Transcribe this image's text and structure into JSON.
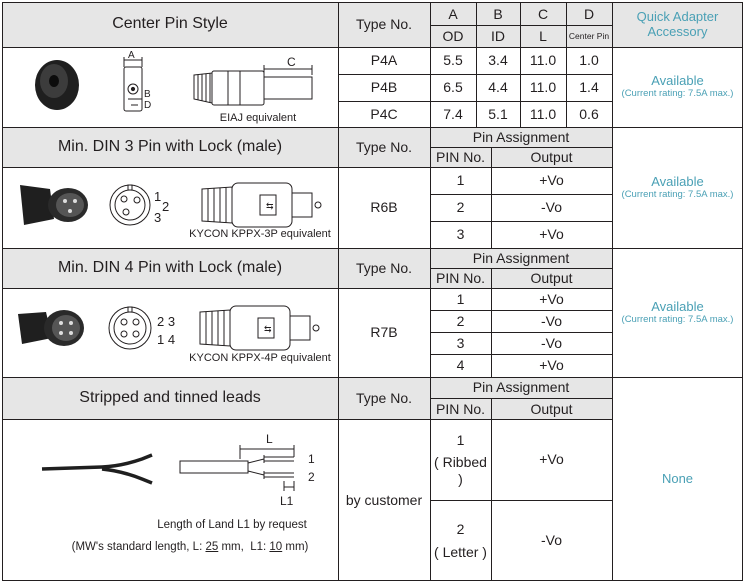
{
  "headers": {
    "col1": "Center Pin Style",
    "type_no": "Type No.",
    "dims": [
      {
        "letter": "A",
        "label": "OD"
      },
      {
        "letter": "B",
        "label": "ID"
      },
      {
        "letter": "C",
        "label": "L"
      },
      {
        "letter": "D",
        "label": "Center Pin"
      }
    ],
    "quick_adapter": [
      "Quick Adapter",
      "Accessory"
    ]
  },
  "section_p4": {
    "caption": "EIAJ equivalent",
    "drawing_labels": {
      "A": "A",
      "B": "B",
      "D": "D",
      "C": "C"
    },
    "rows": [
      {
        "type": "P4A",
        "od": "5.5",
        "id": "3.4",
        "l": "11.0",
        "pin": "1.0"
      },
      {
        "type": "P4B",
        "od": "6.5",
        "id": "4.4",
        "l": "11.0",
        "pin": "1.4"
      },
      {
        "type": "P4C",
        "od": "7.4",
        "id": "5.1",
        "l": "11.0",
        "pin": "0.6"
      }
    ],
    "availability": "Available",
    "rating": "(Current rating: 7.5A max.)"
  },
  "section_r6b": {
    "title": "Min. DIN 3 Pin with Lock  (male)",
    "type_label": "Type No.",
    "type": "R6B",
    "pin_assignment": "Pin Assignment",
    "pin_no": "PIN No.",
    "output": "Output",
    "pin_face_labels": [
      "1",
      "2",
      "3"
    ],
    "caption": "KYCON KPPX-3P equivalent",
    "pins": [
      {
        "no": "1",
        "out": "+Vo"
      },
      {
        "no": "2",
        "out": "-Vo"
      },
      {
        "no": "3",
        "out": "+Vo"
      }
    ],
    "availability": "Available",
    "rating": "(Current rating: 7.5A max.)"
  },
  "section_r7b": {
    "title": "Min. DIN 4 Pin with Lock  (male)",
    "type_label": "Type No.",
    "type": "R7B",
    "pin_assignment": "Pin Assignment",
    "pin_no": "PIN No.",
    "output": "Output",
    "pin_face_labels": [
      "2 3",
      "1 4"
    ],
    "caption": "KYCON KPPX-4P equivalent",
    "pins": [
      {
        "no": "1",
        "out": "+Vo"
      },
      {
        "no": "2",
        "out": "-Vo"
      },
      {
        "no": "3",
        "out": "-Vo"
      },
      {
        "no": "4",
        "out": "+Vo"
      }
    ],
    "availability": "Available",
    "rating": "(Current rating: 7.5A max.)"
  },
  "section_leads": {
    "title": "Stripped and tinned leads",
    "type_label": "Type No.",
    "type": "by customer",
    "pin_assignment": "Pin Assignment",
    "pin_no": "PIN No.",
    "output": "Output",
    "drawing_labels": {
      "L": "L",
      "L1": "L1",
      "p1": "1",
      "p2": "2"
    },
    "note1": "Length of Land L1 by request",
    "note2_prefix": "(MW's standard length, L: ",
    "note2_L": "25",
    "note2_mid": " mm,  L1: ",
    "note2_L1": "10",
    "note2_suffix": " mm)",
    "pins": [
      {
        "no": "1",
        "desc": "( Ribbed )",
        "out": "+Vo"
      },
      {
        "no": "2",
        "desc": "( Letter )",
        "out": "-Vo"
      }
    ],
    "availability": "None"
  }
}
